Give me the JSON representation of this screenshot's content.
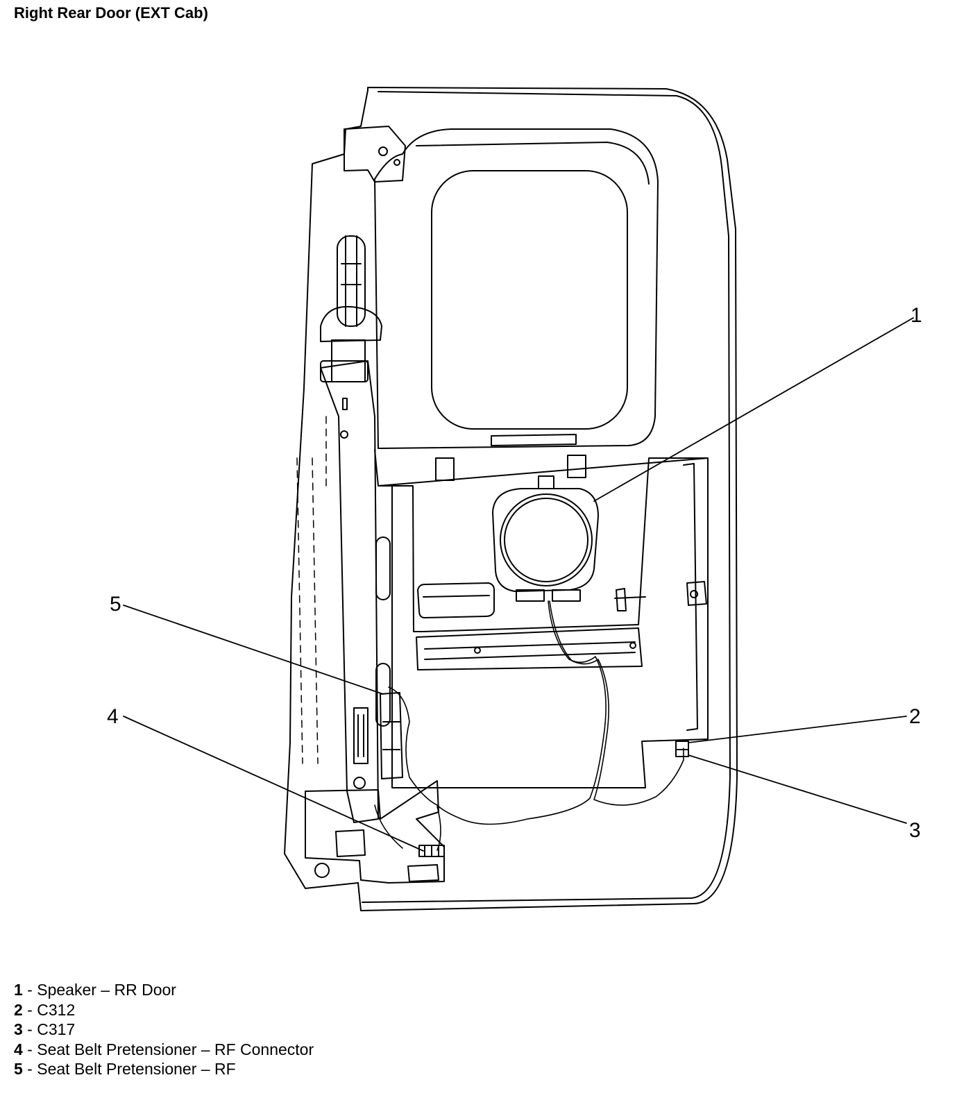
{
  "title": "Right Rear Door (EXT Cab)",
  "callouts": [
    {
      "id": "1",
      "label": "1"
    },
    {
      "id": "2",
      "label": "2"
    },
    {
      "id": "3",
      "label": "3"
    },
    {
      "id": "4",
      "label": "4"
    },
    {
      "id": "5",
      "label": "5"
    }
  ],
  "legend": [
    {
      "num": "1",
      "sep": " - ",
      "text": "Speaker – RR Door"
    },
    {
      "num": "2",
      "sep": " - ",
      "text": "C312"
    },
    {
      "num": "3",
      "sep": " - ",
      "text": "C317"
    },
    {
      "num": "4",
      "sep": " - ",
      "text": "Seat Belt Pretensioner – RF Connector"
    },
    {
      "num": "5",
      "sep": " - ",
      "text": "Seat Belt Pretensioner – RF"
    }
  ]
}
